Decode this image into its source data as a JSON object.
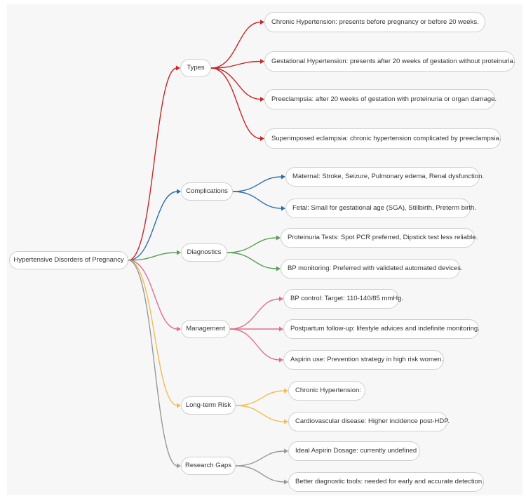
{
  "root": {
    "label": "Hypertensive Disorders of Pregnancy"
  },
  "colors": {
    "types": "#c62828",
    "complications": "#2e6ea8",
    "diagnostics": "#5a9e5a",
    "management": "#e07088",
    "longterm": "#f4bc52",
    "research": "#999999"
  },
  "branches": [
    {
      "id": "types",
      "label": "Types",
      "children": [
        "Chronic Hypertension: presents before pregnancy or before 20 weeks.",
        "Gestational Hypertension: presents after 20 weeks of gestation without proteinuria.",
        "Preeclampsia: after 20 weeks of gestation with proteinuria or organ damage.",
        "Superimposed eclampsia: chronic hypertension complicated by preeclampsia."
      ]
    },
    {
      "id": "complications",
      "label": "Complications",
      "children": [
        "Maternal: Stroke, Seizure, Pulmonary edema, Renal dysfunction.",
        "Fetal: Small for gestational age (SGA), Stillbirth, Preterm birth."
      ]
    },
    {
      "id": "diagnostics",
      "label": "Diagnostics",
      "children": [
        "Proteinuria Tests: Spot PCR preferred, Dipstick test less reliable.",
        "BP monitoring: Preferred with validated automated devices."
      ]
    },
    {
      "id": "management",
      "label": "Management",
      "children": [
        "BP control: Target: 110-140/85 mmHg.",
        "Postpartum follow-up: lifestyle advices and indefinite monitoring.",
        "Aspirin use: Prevention strategy in high risk women."
      ]
    },
    {
      "id": "longterm",
      "label": "Long-term Risk",
      "children": [
        "Chronic Hypertension:",
        "Cardiovascular disease: Higher incidence post-HDP."
      ]
    },
    {
      "id": "research",
      "label": "Research Gaps",
      "children": [
        "Ideal Aspirin Dosage: currently undefined",
        "Better diagnostic tools: needed for early and accurate detection."
      ]
    }
  ]
}
